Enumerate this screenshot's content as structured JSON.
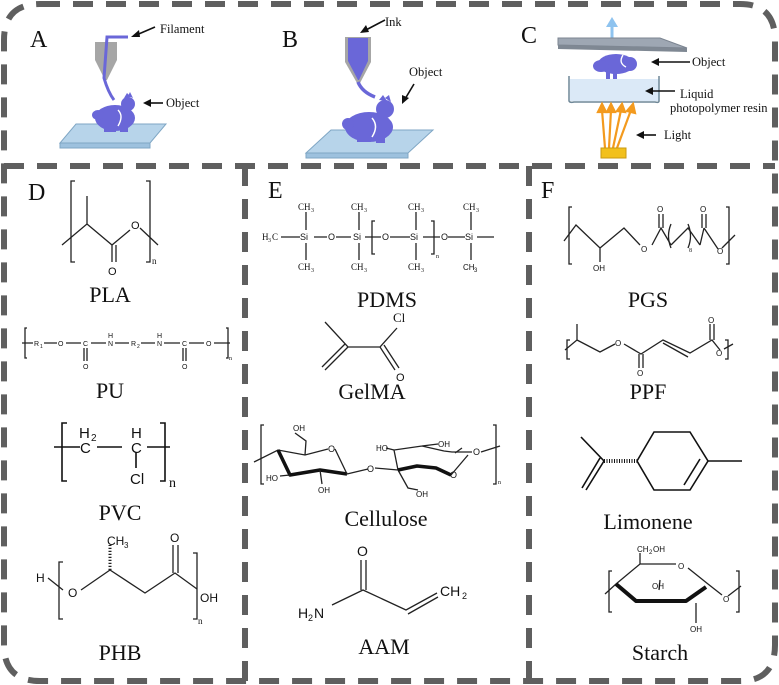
{
  "figure": {
    "panels": {
      "A": {
        "letter": "A",
        "labels": {
          "filament": "Filament",
          "object": "Object"
        }
      },
      "B": {
        "letter": "B",
        "labels": {
          "ink": "Ink",
          "object": "Object"
        }
      },
      "C": {
        "letter": "C",
        "labels": {
          "object": "Object",
          "resin_line1": "Liquid",
          "resin_line2": "photopolymer resin",
          "light": "Light"
        }
      },
      "D": {
        "letter": "D",
        "materials": [
          {
            "name": "PLA",
            "atoms": {
              "o1": "O",
              "o2": "O",
              "n": "n"
            }
          },
          {
            "name": "PU",
            "atoms": {
              "r1": "R",
              "r1sub": "1",
              "o1": "O",
              "c1": "C",
              "o2": "O",
              "h1": "H",
              "n1": "N",
              "r2": "R",
              "r2sub": "2",
              "h2": "H",
              "n2": "N",
              "c2": "C",
              "o3": "O",
              "o4": "O",
              "o5": "O",
              "n": "n"
            }
          },
          {
            "name": "PVC",
            "atoms": {
              "h2": "H",
              "h2sub": "2",
              "c1": "C",
              "h": "H",
              "c2": "C",
              "cl": "Cl",
              "n": "n"
            }
          },
          {
            "name": "PHB",
            "atoms": {
              "h": "H",
              "o": "O",
              "ch3": "CH",
              "ch3sub": "3",
              "o2": "O",
              "oh": "OH",
              "n": "n"
            }
          }
        ]
      },
      "E": {
        "letter": "E",
        "materials": [
          {
            "name": "PDMS",
            "atoms": {
              "h3c": "H",
              "h3c_sub": "3",
              "h3c_c": "C",
              "si": "Si",
              "o": "O",
              "ch": "CH",
              "sub3": "3",
              "n": "n"
            }
          },
          {
            "name": "GelMA",
            "atoms": {
              "cl": "Cl",
              "o": "O"
            }
          },
          {
            "name": "Cellulose",
            "atoms": {
              "oh": "OH",
              "ho": "HO",
              "o": "O",
              "n": "n"
            }
          },
          {
            "name": "AAM",
            "atoms": {
              "o": "O",
              "h2n_h": "H",
              "h2n_sub": "2",
              "h2n_n": "N",
              "ch2": "CH",
              "ch2sub": "2"
            }
          }
        ]
      },
      "F": {
        "letter": "F",
        "materials": [
          {
            "name": "PGS",
            "atoms": {
              "o": "O",
              "oh": "OH",
              "sub8": "8"
            }
          },
          {
            "name": "PPF",
            "atoms": {
              "o": "O"
            }
          },
          {
            "name": "Limonene",
            "atoms": {}
          },
          {
            "name": "Starch",
            "atoms": {
              "ch2oh_a": "CH",
              "ch2oh_sub": "2",
              "ch2oh_b": "OH",
              "o": "O",
              "oh": "OH"
            }
          }
        ]
      }
    },
    "colors": {
      "border": "#5f5f5f",
      "bunny": "#6a67d8",
      "plate": "#b7d4ea",
      "nozzle": "#a6a6a6",
      "light": "#f39a1e",
      "light_source": "#f2c01c",
      "resin": "#dbe9f7",
      "lift_arrow": "#8ec3ef"
    }
  }
}
